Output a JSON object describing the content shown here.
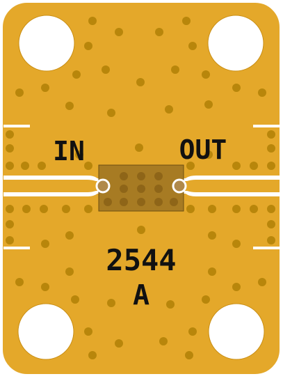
{
  "labels": {
    "input": "IN",
    "output": "OUT",
    "part_number": "2544",
    "revision": "A"
  },
  "colors": {
    "board": "#E4A82A",
    "board_edge": "#C98E14",
    "via_dot": "#B8860B",
    "trace_gap": "#FFFFFF",
    "chip": "#A77B23",
    "chip_edge": "#6B4E12",
    "text": "#111111"
  }
}
